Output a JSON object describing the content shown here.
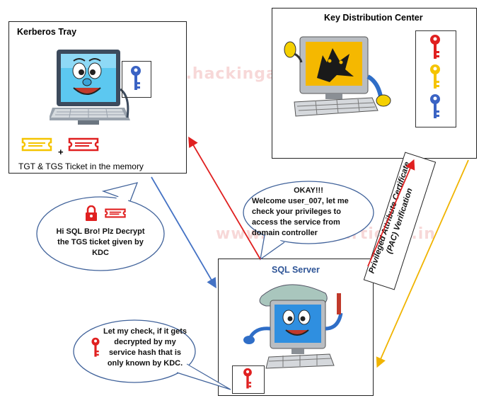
{
  "watermark": "www.hackingarticles.in",
  "kerberos_tray": {
    "title": "Kerberos Tray",
    "plus": "+",
    "caption": "TGT & TGS Ticket in the memory"
  },
  "kdc": {
    "title": "Key Distribution Center"
  },
  "sql_server": {
    "title": "SQL Server"
  },
  "bubbles": {
    "decrypt_request": [
      "Hi SQL Bro! Plz Decrypt",
      "the TGS ticket given by",
      "KDC"
    ],
    "okay": [
      "OKAY!!!",
      "Welcome user_007, let me",
      "check your privileges to",
      "access the service from",
      "domain controller"
    ],
    "check": [
      "Let my check, if it gets",
      "decrypted by my",
      "service hash that is",
      "only known by KDC."
    ]
  },
  "pac_label": [
    "Privileged Attribute Certificate",
    "(PAC) Verification"
  ],
  "colors": {
    "red_key": "#e02020",
    "gold_key": "#f5c400",
    "blue_key": "#3a63c4",
    "arrow_red": "#e02020",
    "arrow_blue": "#4472c4",
    "arrow_gold": "#f0b400",
    "bubble_border": "#41639b",
    "sql_title": "#2f5597"
  }
}
